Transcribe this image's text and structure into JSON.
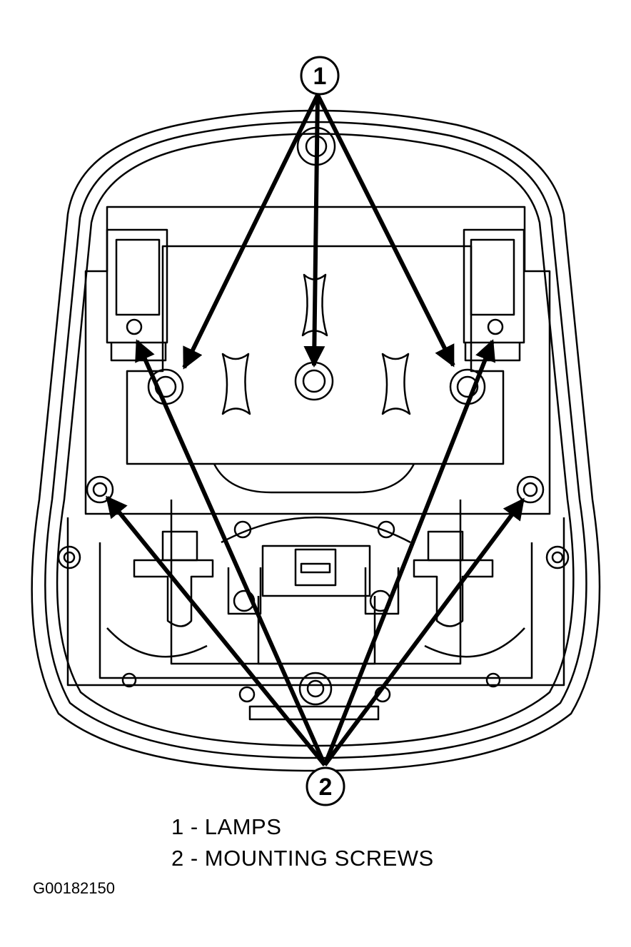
{
  "callouts": {
    "one": "1",
    "two": "2"
  },
  "legend": {
    "item_1": "1 - LAMPS",
    "item_2": "2 - MOUNTING SCREWS"
  },
  "figure_code": "G00182150"
}
